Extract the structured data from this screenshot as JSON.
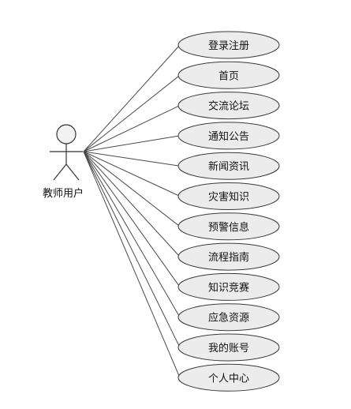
{
  "actor": {
    "name": "教师用户"
  },
  "use_cases": [
    {
      "label": "登录注册"
    },
    {
      "label": "首页"
    },
    {
      "label": "交流论坛"
    },
    {
      "label": "通知公告"
    },
    {
      "label": "新闻资讯"
    },
    {
      "label": "灾害知识"
    },
    {
      "label": "预警信息"
    },
    {
      "label": "流程指南"
    },
    {
      "label": "知识竞赛"
    },
    {
      "label": "应急资源"
    },
    {
      "label": "我的账号"
    },
    {
      "label": "个人中心"
    }
  ]
}
